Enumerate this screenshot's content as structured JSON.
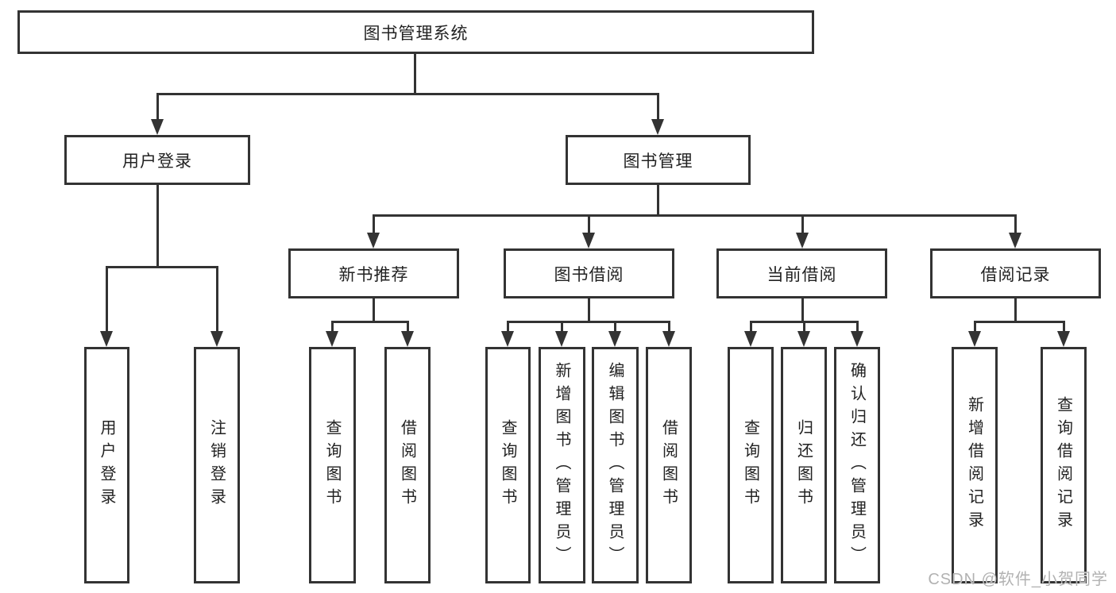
{
  "tree": {
    "root": {
      "label": "图书管理系统"
    },
    "level2": [
      {
        "label": "用户登录",
        "children": [
          {
            "label": "用户登录"
          },
          {
            "label": "注销登录"
          }
        ]
      },
      {
        "label": "图书管理",
        "children": [
          {
            "label": "新书推荐",
            "children": [
              {
                "label": "查询图书"
              },
              {
                "label": "借阅图书"
              }
            ]
          },
          {
            "label": "图书借阅",
            "children": [
              {
                "label": "查询图书"
              },
              {
                "label": "新增图书（管理员）"
              },
              {
                "label": "编辑图书（管理员）"
              },
              {
                "label": "借阅图书"
              }
            ]
          },
          {
            "label": "当前借阅",
            "children": [
              {
                "label": "查询图书"
              },
              {
                "label": "归还图书"
              },
              {
                "label": "确认归还（管理员）"
              }
            ]
          },
          {
            "label": "借阅记录",
            "children": [
              {
                "label": "新增借阅记录"
              },
              {
                "label": "查询借阅记录"
              }
            ]
          }
        ]
      }
    ]
  },
  "watermark": {
    "text": "CSDN @软件_小贺同学"
  },
  "colors": {
    "line": "#333333",
    "text": "#222222",
    "background": "#ffffff",
    "watermark": "#b2b2b2"
  }
}
